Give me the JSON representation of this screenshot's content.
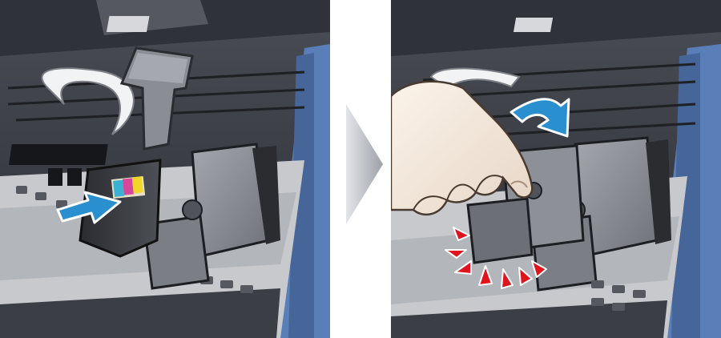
{
  "figure": {
    "panels": [
      {
        "step": "insert-cartridge",
        "cartridge": "color",
        "motion": "slide-in"
      },
      {
        "step": "lock-cartridge",
        "cartridge": "color",
        "motion": "press-down-until-click"
      }
    ],
    "colors": {
      "background": "#ffffff",
      "printer_body": "#3a3d44",
      "printer_dark": "#1c1e22",
      "holder_gray": "#8d9096",
      "blue_arrow": "#2a8fcf",
      "click_marks": "#e0141c",
      "side_blue": "#5a7fb8",
      "step_chevron": "#b8bbc2"
    }
  }
}
